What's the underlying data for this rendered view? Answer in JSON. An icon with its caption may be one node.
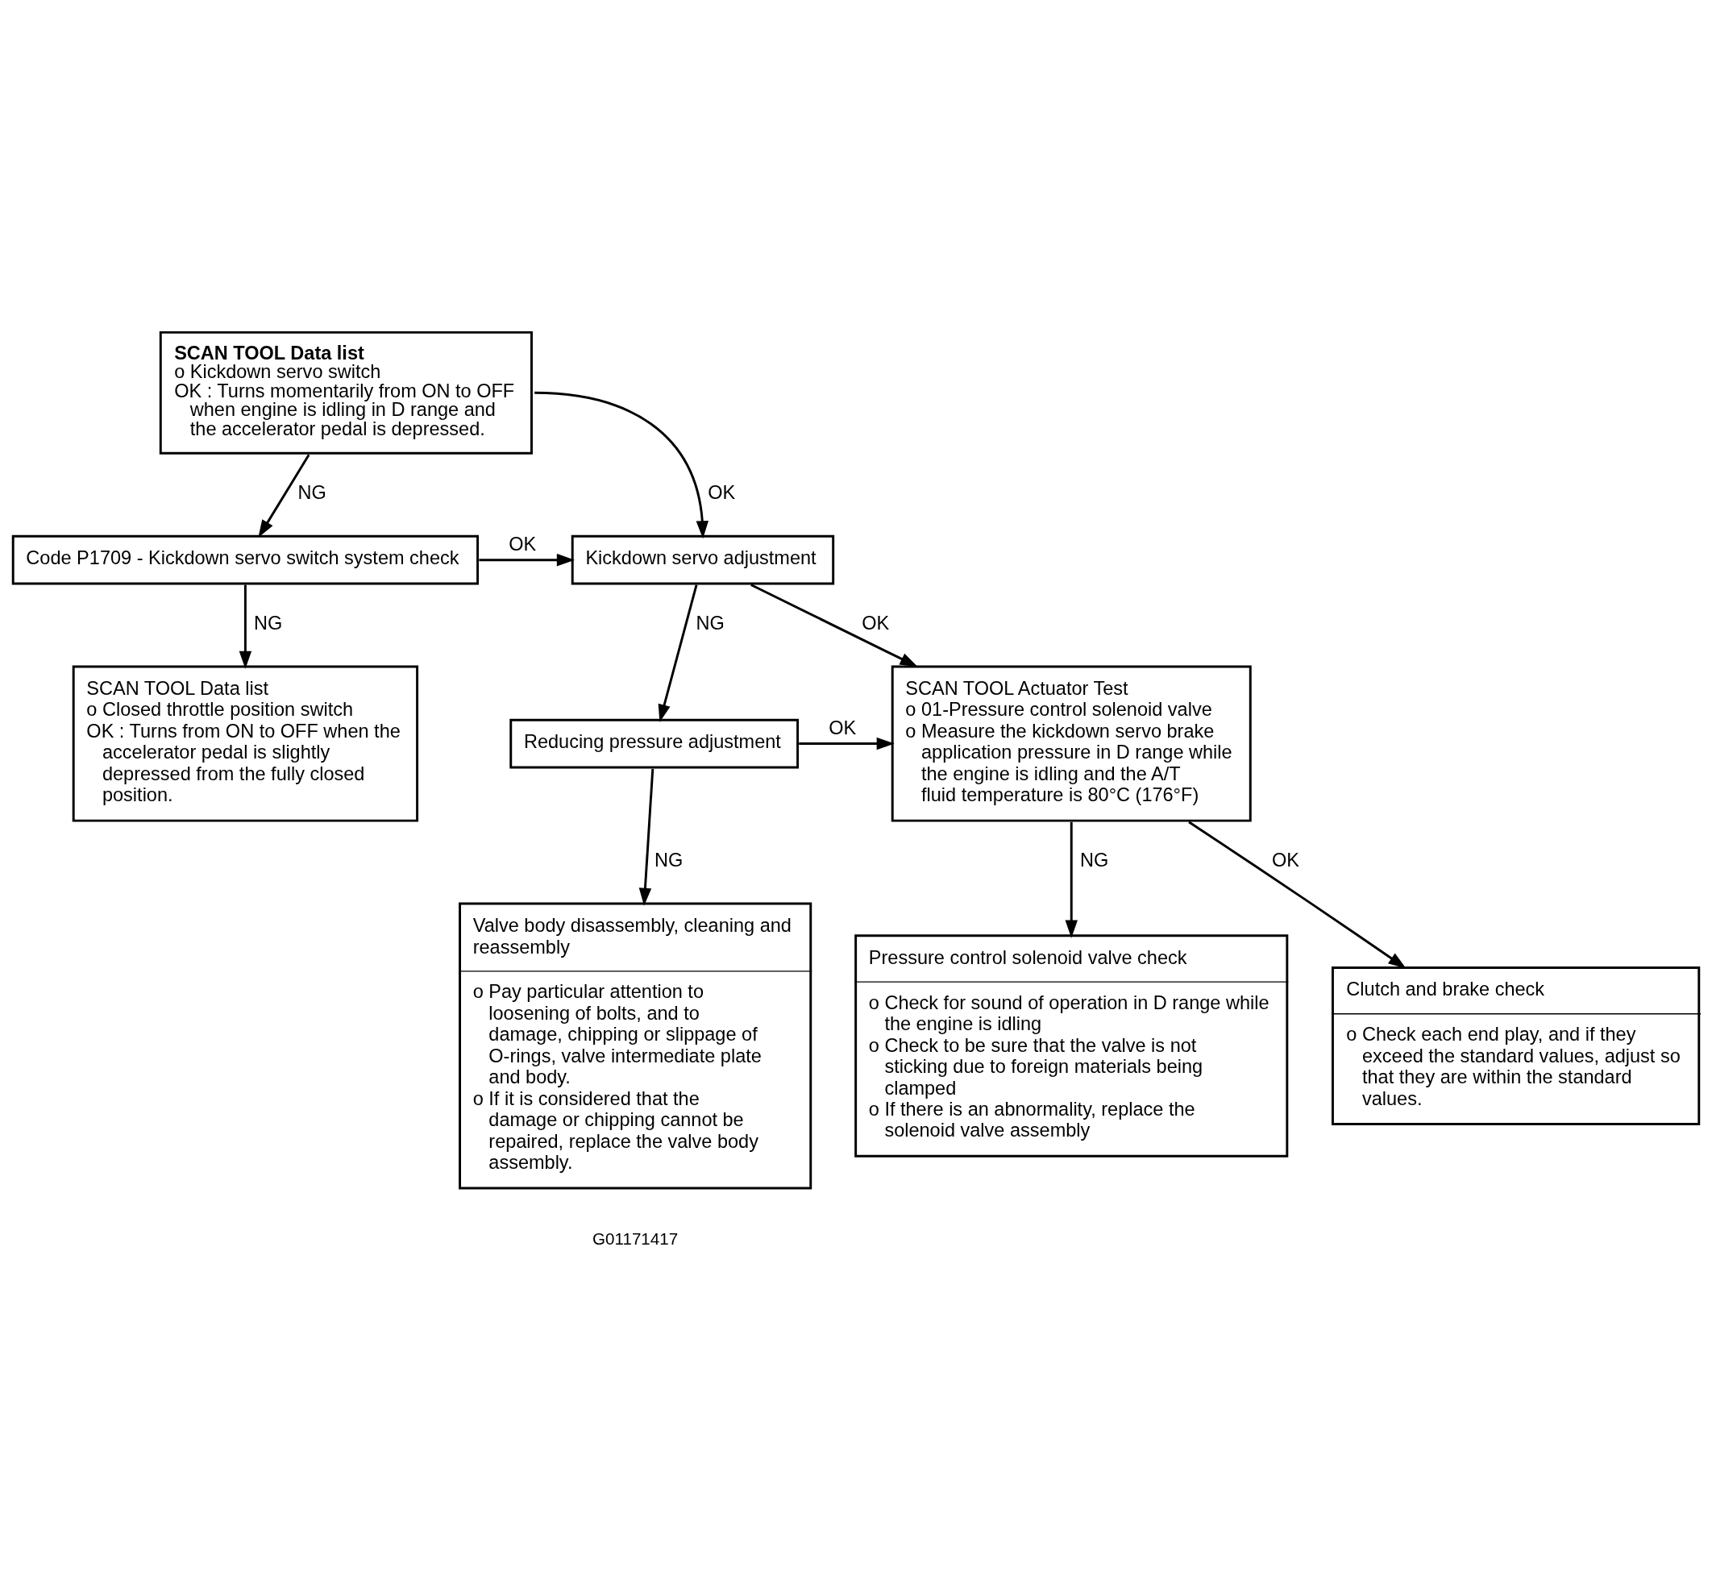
{
  "diagram": {
    "nodes": [
      {
        "text": [
          "SCAN TOOL Data list",
          "o Kickdown servo switch",
          "OK : Turns momentarily from ON to OFF when engine is idling in D range and the accelerator pedal is depressed."
        ]
      },
      {
        "text": [
          "Code P1709 - Kickdown servo switch system check"
        ]
      },
      {
        "text": [
          "Kickdown servo adjustment"
        ]
      },
      {
        "text": [
          "SCAN TOOL Data list",
          "o Closed throttle position switch",
          "OK : Turns from ON to OFF when the accelerator pedal is slightly depressed from the fully closed position."
        ]
      },
      {
        "text": [
          "Reducing pressure adjustment"
        ]
      },
      {
        "text": [
          "SCAN TOOL Actuator Test",
          "o 01-Pressure control solenoid valve",
          "o Measure the kickdown servo brake application pressure in D range while the engine is idling and the A/T fluid temperature is 80°C (176°F)"
        ]
      },
      {
        "text": [
          "Valve body disassembly, cleaning and reassembly",
          "o Pay particular attention to loosening of bolts, and to damage, chipping or slippage of O-rings, valve intermediate plate and body.",
          "o If it is considered that the damage or chipping cannot be repaired, replace the valve body assembly."
        ]
      },
      {
        "text": [
          "Pressure control solenoid valve check",
          "o Check for sound of operation in D range while the engine is idling",
          "o Check to be sure that the valve is not sticking due to foreign materials being clamped",
          "o If there is an abnormality, replace the solenoid valve assembly"
        ]
      },
      {
        "text": [
          "Clutch and brake check",
          "o Check each end play, and if they exceed the standard values, adjust so that they are within the standard values."
        ]
      }
    ],
    "edges": [
      {
        "from": 0,
        "to": 1,
        "arrow": "to",
        "label": "NG"
      },
      {
        "from": 0,
        "to": 2,
        "arrow": "to",
        "label": "OK"
      },
      {
        "from": 1,
        "to": 2,
        "arrow": "to",
        "label": "OK"
      },
      {
        "from": 1,
        "to": 3,
        "arrow": "to",
        "label": "NG"
      },
      {
        "from": 2,
        "to": 4,
        "arrow": "to",
        "label": "NG"
      },
      {
        "from": 2,
        "to": 5,
        "arrow": "to",
        "label": "OK"
      },
      {
        "from": 4,
        "to": 5,
        "arrow": "to",
        "label": "OK"
      },
      {
        "from": 4,
        "to": 6,
        "arrow": "to",
        "label": "NG"
      },
      {
        "from": 5,
        "to": 7,
        "arrow": "to",
        "label": "NG"
      },
      {
        "from": 5,
        "to": 8,
        "arrow": "to",
        "label": "OK"
      }
    ],
    "labels": [
      "G01171417"
    ]
  }
}
